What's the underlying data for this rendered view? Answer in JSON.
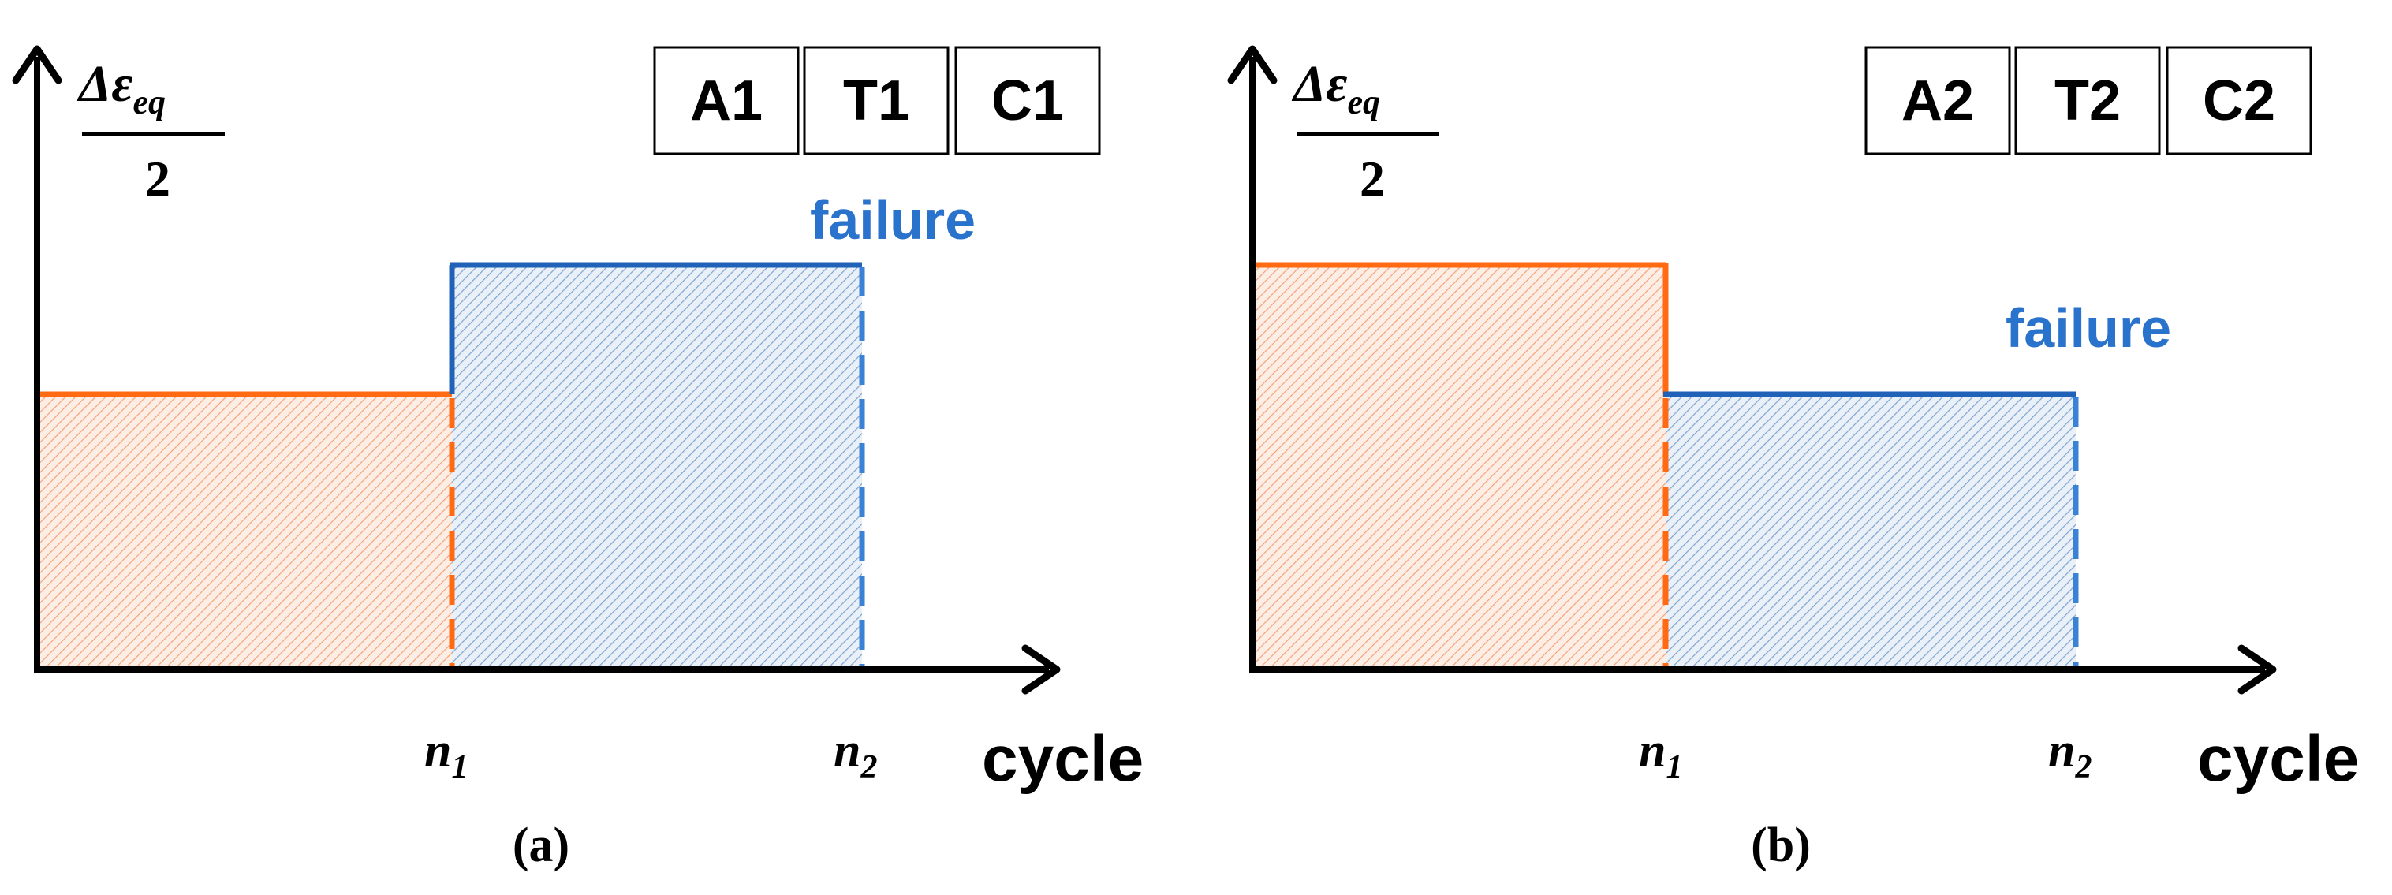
{
  "colors": {
    "axis": "#000000",
    "stage1": "#ff6a13",
    "stage2": "#1f62b8",
    "stage2_dashed": "#3a82d6",
    "hatch1": "#f2a27a",
    "hatch2": "#7fa3cf",
    "fill1": "#fdeee5",
    "fill2": "#e9f0f8"
  },
  "panels": [
    {
      "caption": "(a)",
      "y_label": {
        "numerator": "Δε",
        "subscript": "eq",
        "denominator": "2"
      },
      "x_label": "cycle",
      "tick_n1": {
        "base": "n",
        "sub": "1"
      },
      "tick_n2": {
        "base": "n",
        "sub": "2"
      },
      "tags": [
        "A1",
        "T1",
        "C1"
      ],
      "failure_label": "failure",
      "stage1_level": "low",
      "stage2_level": "high"
    },
    {
      "caption": "(b)",
      "y_label": {
        "numerator": "Δε",
        "subscript": "eq",
        "denominator": "2"
      },
      "x_label": "cycle",
      "tick_n1": {
        "base": "n",
        "sub": "1"
      },
      "tick_n2": {
        "base": "n",
        "sub": "2"
      },
      "tags": [
        "A2",
        "T2",
        "C2"
      ],
      "failure_label": "failure",
      "stage1_level": "high",
      "stage2_level": "low"
    }
  ]
}
